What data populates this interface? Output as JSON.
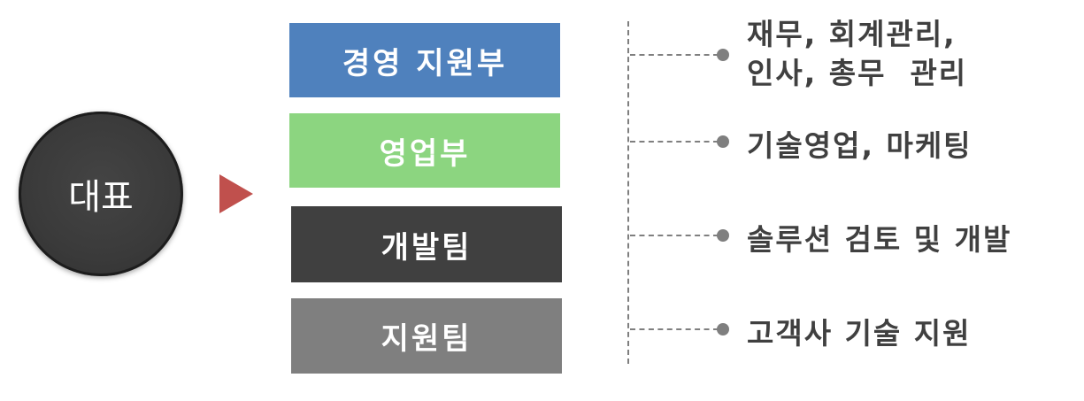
{
  "ceo": {
    "label": "대표"
  },
  "departments": [
    {
      "label": "경영 지원부",
      "color": "#4f81bd",
      "description": "재무, 회계관리,\n인사, 총무  관리"
    },
    {
      "label": "영업부",
      "color": "#8cd580",
      "description": "기술영업, 마케팅"
    },
    {
      "label": "개발팀",
      "color": "#404040",
      "description": "솔루션 검토 및 개발"
    },
    {
      "label": "지원팀",
      "color": "#7f7f7f",
      "description": "고객사 기술 지원"
    }
  ],
  "colors": {
    "arrow": "#c0504d",
    "connector": "#7f7f7f",
    "circle": "#3a3a3a"
  }
}
